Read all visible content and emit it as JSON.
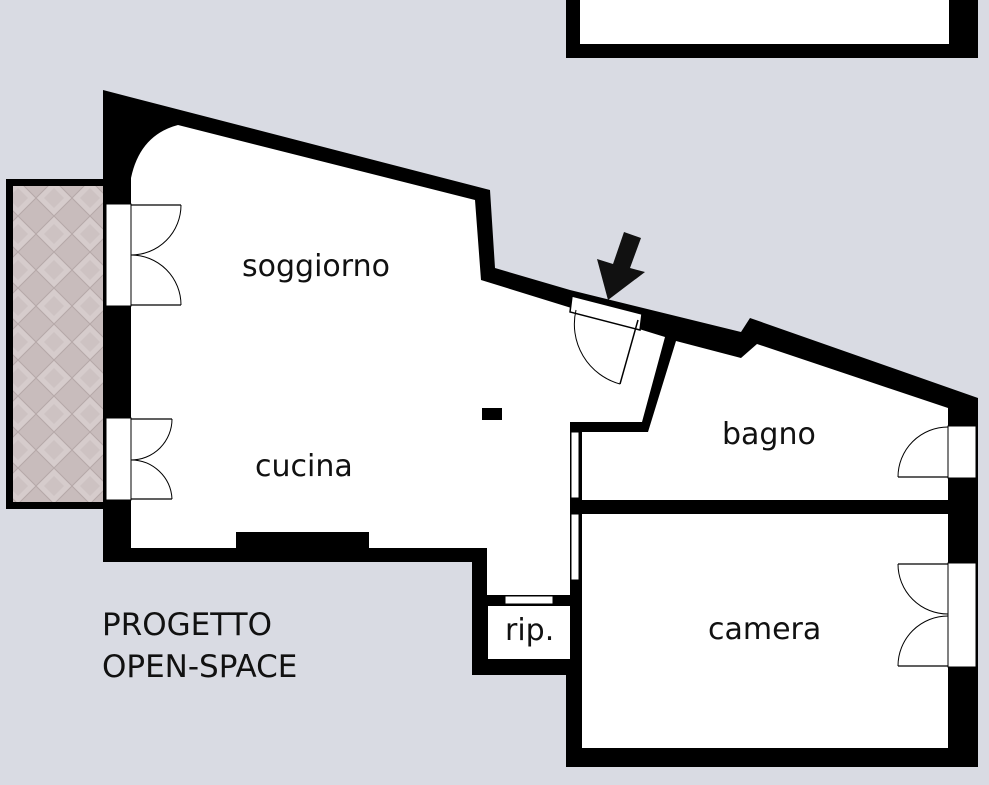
{
  "rooms": {
    "soggiorno": "soggiorno",
    "cucina": "cucina",
    "bagno": "bagno",
    "camera": "camera",
    "ripostiglio": "rip."
  },
  "note": {
    "line1": "PROGETTO",
    "line2": "OPEN-SPACE"
  },
  "colors": {
    "background": "#d9dbe3",
    "floor": "#ffffff",
    "wall": "#000000",
    "balcony": "#c9bcbc"
  }
}
